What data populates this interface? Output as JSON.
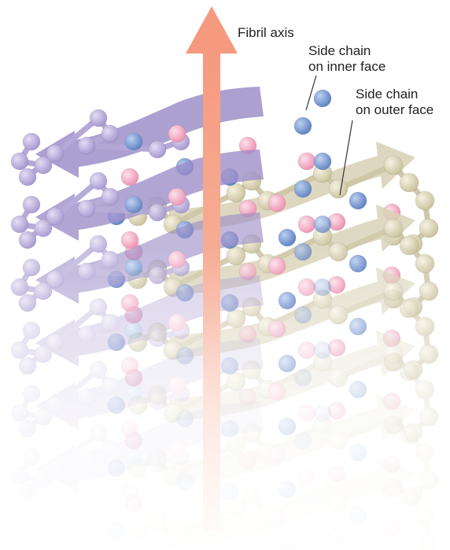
{
  "labels": {
    "fibril_axis": "Fibril axis",
    "inner_side_chain": [
      "Side chain",
      "on inner face"
    ],
    "outer_side_chain": [
      "Side chain",
      "on outer face"
    ]
  },
  "colors": {
    "axis_arrow": "#f5a488",
    "strand_back": "#9e8fc9",
    "strand_front": "#d9d3b8",
    "backbone_atom": "#d6d0b2",
    "backbone_atom_back": "#b8aedb",
    "side_chain_blue": "#6f92cf",
    "side_chain_pink": "#f1a3bf"
  },
  "layers": [
    {
      "name": "sheet-layer-1"
    },
    {
      "name": "sheet-layer-2"
    },
    {
      "name": "sheet-layer-3"
    },
    {
      "name": "sheet-layer-4"
    },
    {
      "name": "sheet-layer-5"
    },
    {
      "name": "sheet-layer-6"
    }
  ]
}
